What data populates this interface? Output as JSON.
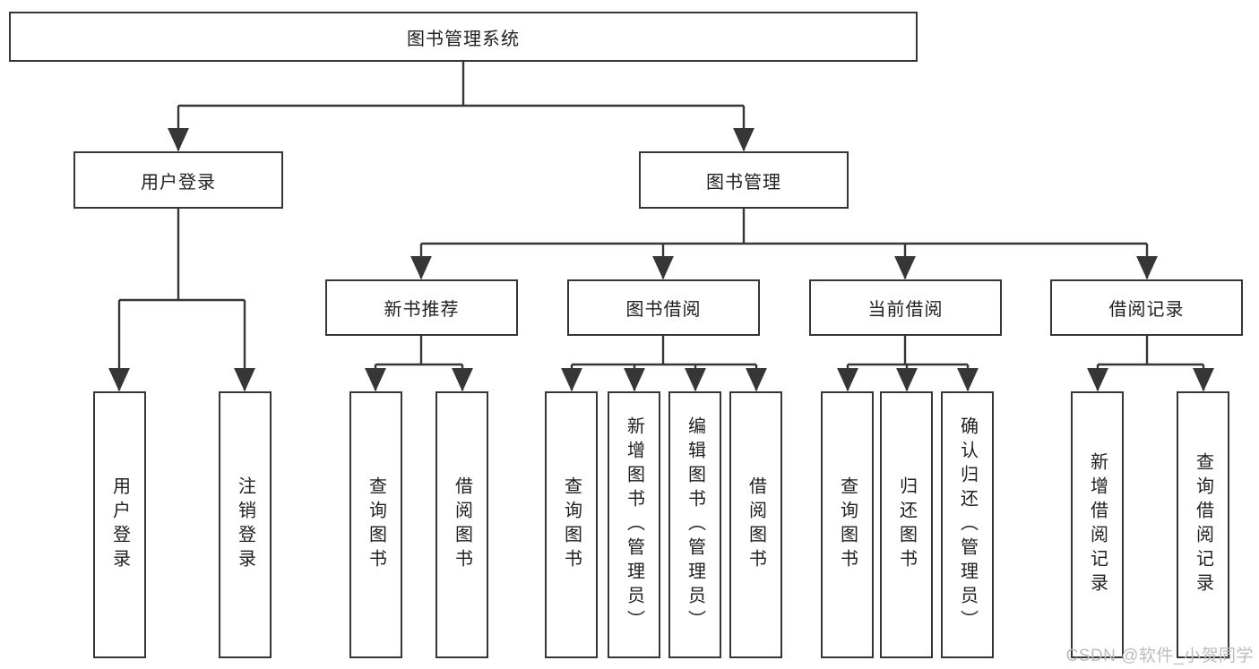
{
  "diagram_title": "图书管理系统",
  "tree": {
    "root": {
      "label": "图书管理系统"
    },
    "branches": [
      {
        "label": "用户登录",
        "children": [
          {
            "label": "用户登录"
          },
          {
            "label": "注销登录"
          }
        ]
      },
      {
        "label": "图书管理",
        "children": [
          {
            "label": "新书推荐",
            "children": [
              {
                "label": "查询图书"
              },
              {
                "label": "借阅图书"
              }
            ]
          },
          {
            "label": "图书借阅",
            "children": [
              {
                "label": "查询图书"
              },
              {
                "label": "新增图书（管理员）"
              },
              {
                "label": "编辑图书（管理员）"
              },
              {
                "label": "借阅图书"
              }
            ]
          },
          {
            "label": "当前借阅",
            "children": [
              {
                "label": "查询图书"
              },
              {
                "label": "归还图书"
              },
              {
                "label": "确认归还（管理员）"
              }
            ]
          },
          {
            "label": "借阅记录",
            "children": [
              {
                "label": "新增借阅记录"
              },
              {
                "label": "查询借阅记录"
              }
            ]
          }
        ]
      }
    ]
  },
  "watermark": {
    "text": "CSDN @软件_小贺同学",
    "color": "#b9bdc3"
  },
  "colors": {
    "line": "#363636",
    "box_border": "#363636",
    "text": "#1f1f1f",
    "background": "#ffffff"
  }
}
